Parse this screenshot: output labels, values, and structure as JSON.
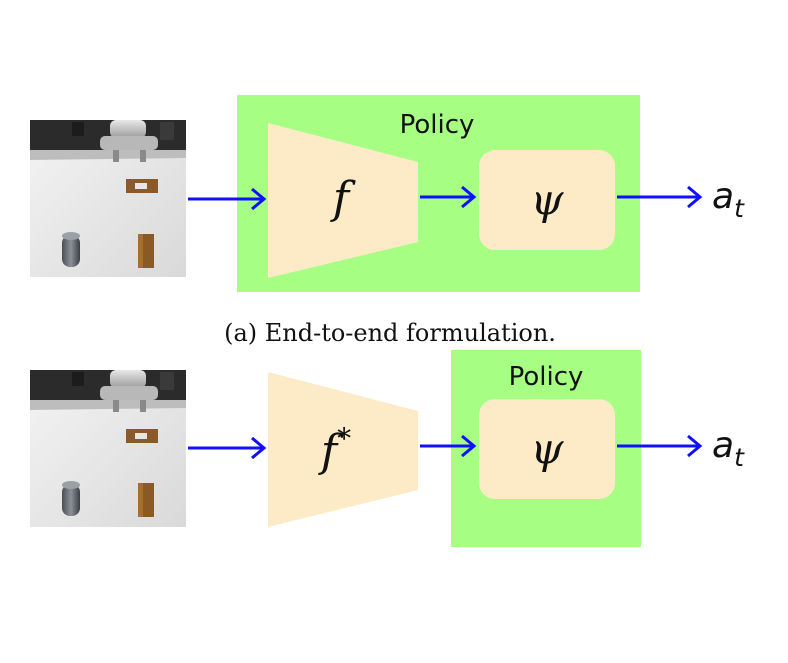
{
  "top_diagram": {
    "box_label": "Policy",
    "encoder_label": "f",
    "head_label": "ψ",
    "output_main": "a",
    "output_sub": "t",
    "caption": "(a) End-to-end formulation."
  },
  "bottom_diagram": {
    "box_label": "Policy",
    "encoder_label": "f",
    "encoder_sup": "*",
    "head_label": "ψ",
    "output_main": "a",
    "output_sub": "t"
  },
  "colors": {
    "policy_box": "#a6ff82",
    "module_fill": "#fdebc8",
    "arrow": "#1010ff",
    "text": "#111111"
  }
}
